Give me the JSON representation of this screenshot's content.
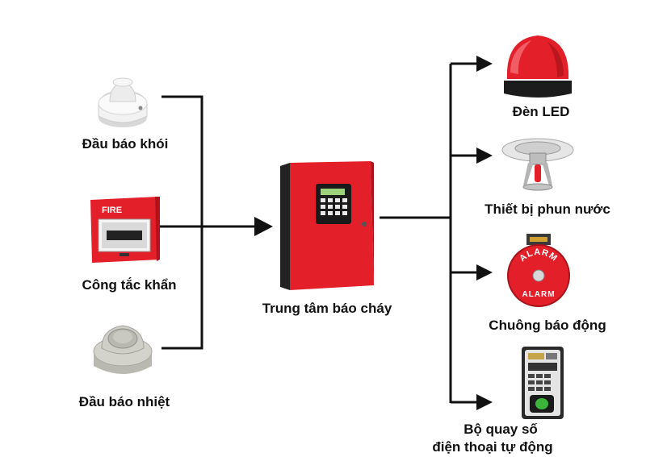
{
  "diagram": {
    "center": {
      "label": "Trung tâm báo cháy",
      "icon": "fire-alarm-control-panel-icon"
    },
    "inputs": [
      {
        "label": "Đầu báo khói",
        "icon": "smoke-detector-icon"
      },
      {
        "label": "Công tắc khẩn",
        "icon": "fire-manual-call-point-icon"
      },
      {
        "label": "Đầu báo nhiệt",
        "icon": "heat-detector-icon"
      }
    ],
    "outputs": [
      {
        "label": "Đèn LED",
        "icon": "red-beacon-light-icon"
      },
      {
        "label": "Thiết bị phun nước",
        "icon": "sprinkler-head-icon"
      },
      {
        "label": "Chuông báo động",
        "icon": "alarm-bell-icon"
      },
      {
        "label_line1": "Bộ quay số",
        "label_line2": "điện thoại tự động",
        "icon": "auto-dialer-keypad-icon"
      }
    ],
    "devices_text": {
      "call_point": "FIRE",
      "bell": "ALARM"
    },
    "colors": {
      "fire_red": "#e3202a",
      "line": "#111111",
      "device_white": "#eeeeee",
      "heat_grey": "#c9c9c3"
    }
  }
}
